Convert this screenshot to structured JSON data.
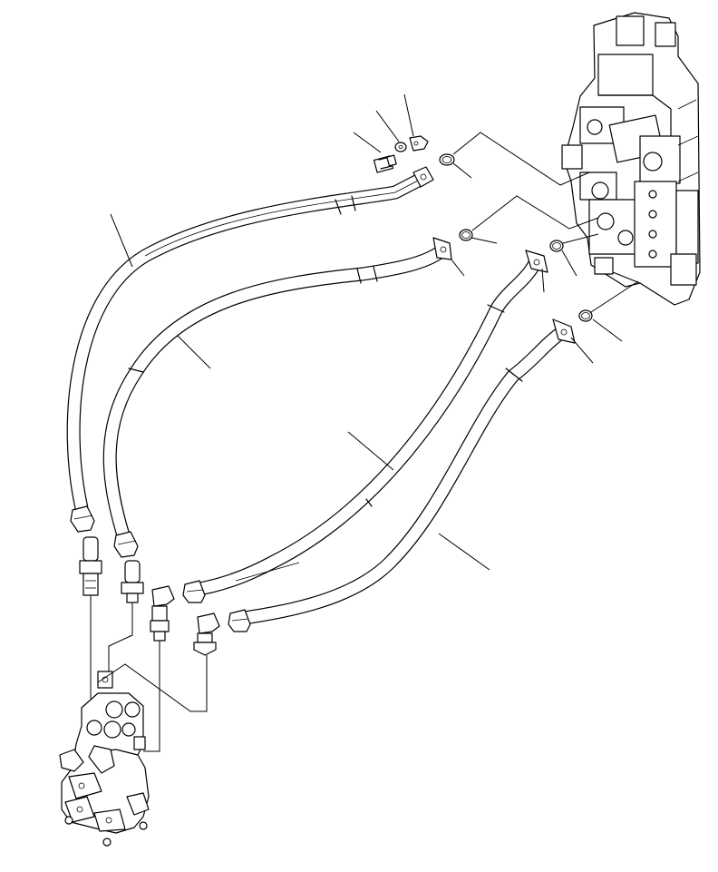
{
  "diagram": {
    "type": "hydraulic-parts-exploded-view",
    "labels": [],
    "components": [
      "control-valve",
      "bolt",
      "washer",
      "split-flange",
      "o-ring",
      "hose",
      "elbow-fitting",
      "adapter",
      "pilot-valve"
    ]
  }
}
